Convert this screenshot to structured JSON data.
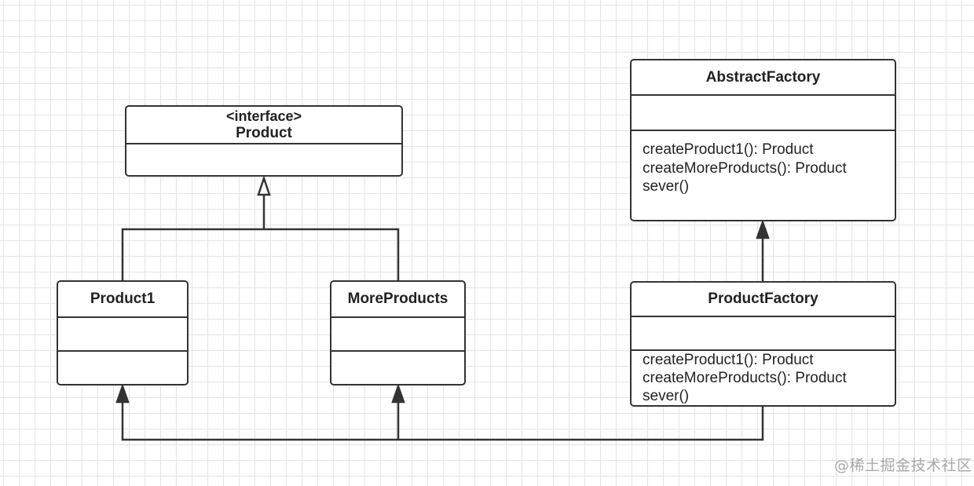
{
  "classes": {
    "product": {
      "stereotype": "<interface>",
      "name": "Product"
    },
    "product1": {
      "name": "Product1"
    },
    "more_products": {
      "name": "MoreProducts"
    },
    "abstract_factory": {
      "name": "AbstractFactory",
      "operations": [
        "createProduct1(): Product",
        "createMoreProducts(): Product",
        "sever()"
      ]
    },
    "product_factory": {
      "name": "ProductFactory",
      "operations": [
        "createProduct1(): Product",
        "createMoreProducts(): Product",
        "sever()"
      ]
    }
  },
  "relationships": [
    {
      "type": "realization",
      "from": "Product1",
      "to": "Product"
    },
    {
      "type": "realization",
      "from": "MoreProducts",
      "to": "Product"
    },
    {
      "type": "inheritance",
      "from": "ProductFactory",
      "to": "AbstractFactory"
    },
    {
      "type": "dependency",
      "from": "ProductFactory",
      "to": "Product1"
    },
    {
      "type": "dependency",
      "from": "ProductFactory",
      "to": "MoreProducts"
    }
  ],
  "colors": {
    "stroke": "#333333",
    "grid": "#e4e4e4",
    "background": "#ffffff",
    "watermark": "#a8a8a8"
  },
  "watermark": "@稀土掘金技术社区"
}
